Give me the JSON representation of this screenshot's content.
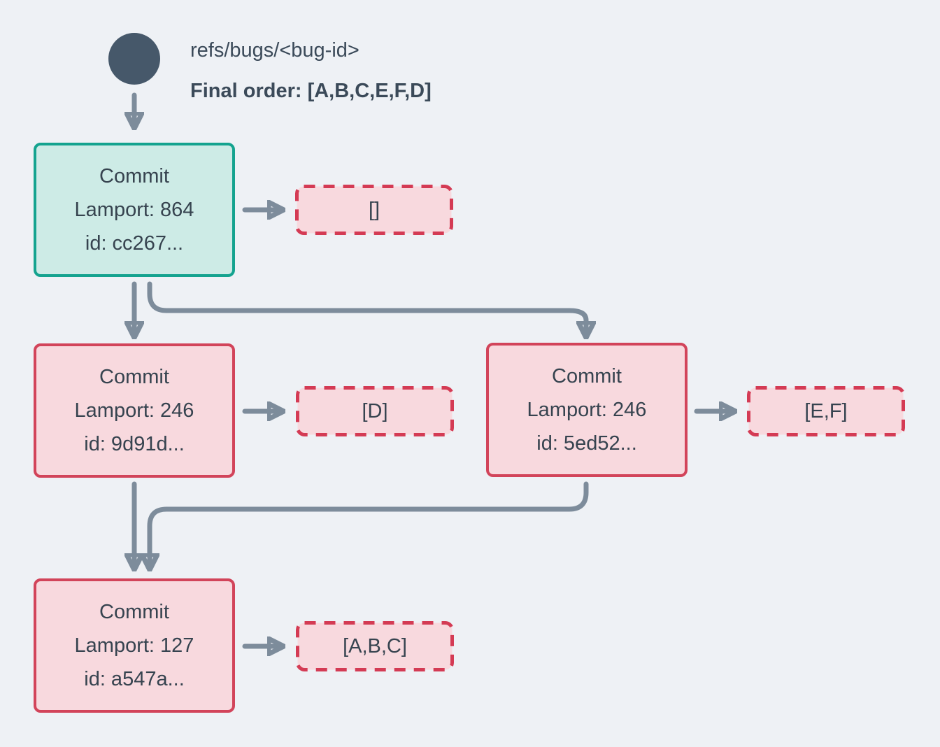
{
  "header": {
    "ref_label": "refs/bugs/<bug-id>",
    "final_order_label": "Final order: [A,B,C,E,F,D]"
  },
  "nodes": {
    "root": {
      "title": "Commit",
      "lamport": "Lamport: 864",
      "id": "id: cc267...",
      "ops": "[]"
    },
    "left": {
      "title": "Commit",
      "lamport": "Lamport: 246",
      "id": "id: 9d91d...",
      "ops": "[D]"
    },
    "right": {
      "title": "Commit",
      "lamport": "Lamport: 246",
      "id": "id: 5ed52...",
      "ops": "[E,F]"
    },
    "merge": {
      "title": "Commit",
      "lamport": "Lamport: 127",
      "id": "id: a547a...",
      "ops": "[A,B,C]"
    }
  },
  "colors": {
    "background": "#eef1f5",
    "head_circle": "#46586a",
    "text": "#36434f",
    "teal_border": "#14a38f",
    "teal_fill": "#cdebe6",
    "red_border": "#d2445a",
    "dashed_border": "#d43b54",
    "pink_fill": "#f8d9de",
    "arrow": "#7d8c9b"
  }
}
